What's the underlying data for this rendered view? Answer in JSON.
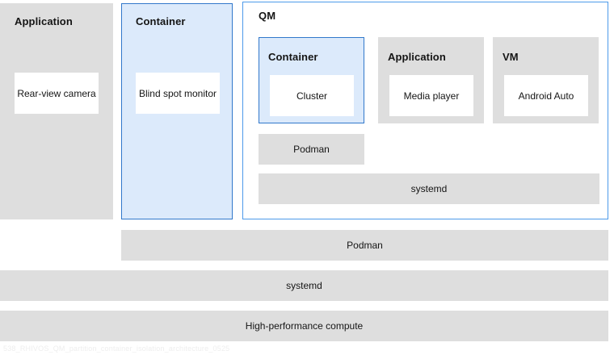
{
  "diagram": {
    "caption": "538_RHIVOS_QM_partition_container_isolation_architecture_0525",
    "colors": {
      "gray_fill": "#dedede",
      "blue_fill": "#dceafb",
      "blue_border": "#3178cb",
      "qm_border": "#4c9aea",
      "white_fill": "#ffffff",
      "text": "#151515"
    }
  },
  "columns": {
    "application": {
      "header": "Application",
      "item": "Rear-view camera"
    },
    "container": {
      "header": "Container",
      "item": "Blind spot monitor"
    },
    "qm": {
      "header": "QM",
      "blocks": [
        {
          "header": "Container",
          "item": "Cluster"
        },
        {
          "header": "Application",
          "item": "Media player"
        },
        {
          "header": "VM",
          "item": "Android Auto"
        }
      ],
      "bars": [
        {
          "label": "Podman"
        },
        {
          "label": "systemd"
        }
      ]
    }
  },
  "stack": {
    "bars": [
      {
        "label": "Podman"
      },
      {
        "label": "systemd"
      },
      {
        "label": "High-performance compute"
      }
    ]
  }
}
